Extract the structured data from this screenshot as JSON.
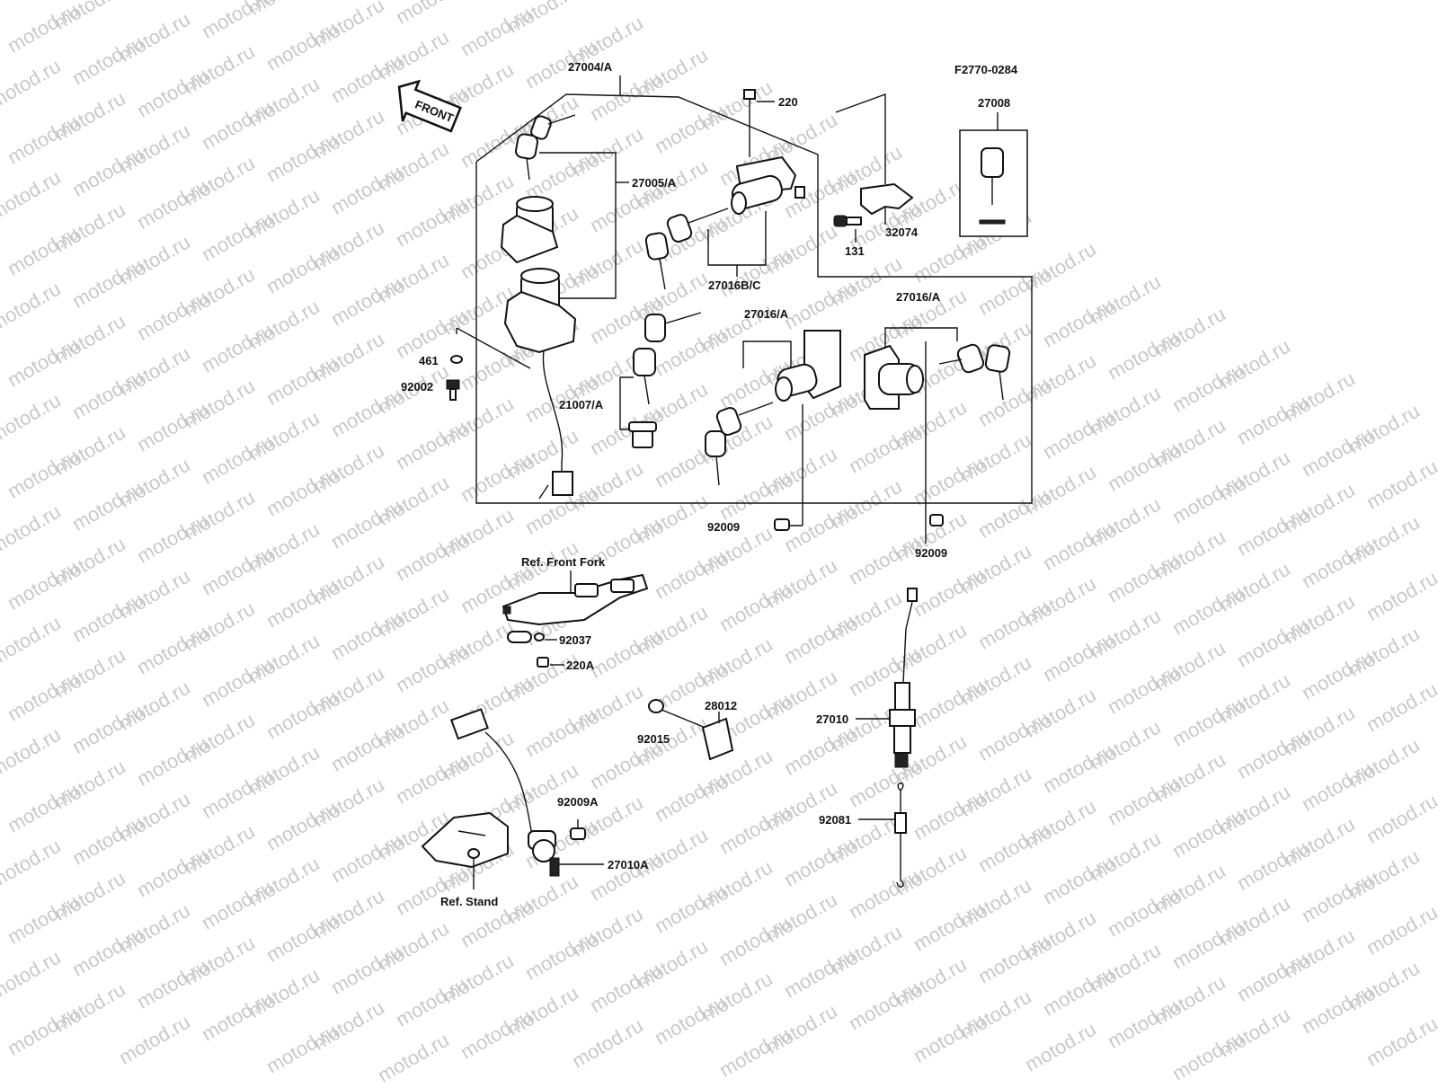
{
  "diagram": {
    "code": "F2770-0284",
    "front_marker": "FRONT",
    "parts": [
      {
        "id": "27004-a",
        "label": "27004/A"
      },
      {
        "id": "220",
        "label": "220"
      },
      {
        "id": "27008",
        "label": "27008"
      },
      {
        "id": "27005-a",
        "label": "27005/A"
      },
      {
        "id": "27016b-c",
        "label": "27016B/C"
      },
      {
        "id": "32074",
        "label": "32074"
      },
      {
        "id": "131",
        "label": "131"
      },
      {
        "id": "27016-a-left",
        "label": "27016/A"
      },
      {
        "id": "27016-a-right",
        "label": "27016/A"
      },
      {
        "id": "461",
        "label": "461"
      },
      {
        "id": "92002",
        "label": "92002"
      },
      {
        "id": "21007-a",
        "label": "21007/A"
      },
      {
        "id": "92009-left",
        "label": "92009"
      },
      {
        "id": "92009-right",
        "label": "92009"
      },
      {
        "id": "ref-front-fork",
        "label": "Ref. Front Fork"
      },
      {
        "id": "92037",
        "label": "92037"
      },
      {
        "id": "220a",
        "label": "220A"
      },
      {
        "id": "28012",
        "label": "28012"
      },
      {
        "id": "92015",
        "label": "92015"
      },
      {
        "id": "27010",
        "label": "27010"
      },
      {
        "id": "92009a",
        "label": "92009A"
      },
      {
        "id": "27010a",
        "label": "27010A"
      },
      {
        "id": "92081",
        "label": "92081"
      },
      {
        "id": "ref-stand",
        "label": "Ref. Stand"
      }
    ]
  },
  "watermark": {
    "text": "motod.ru"
  }
}
